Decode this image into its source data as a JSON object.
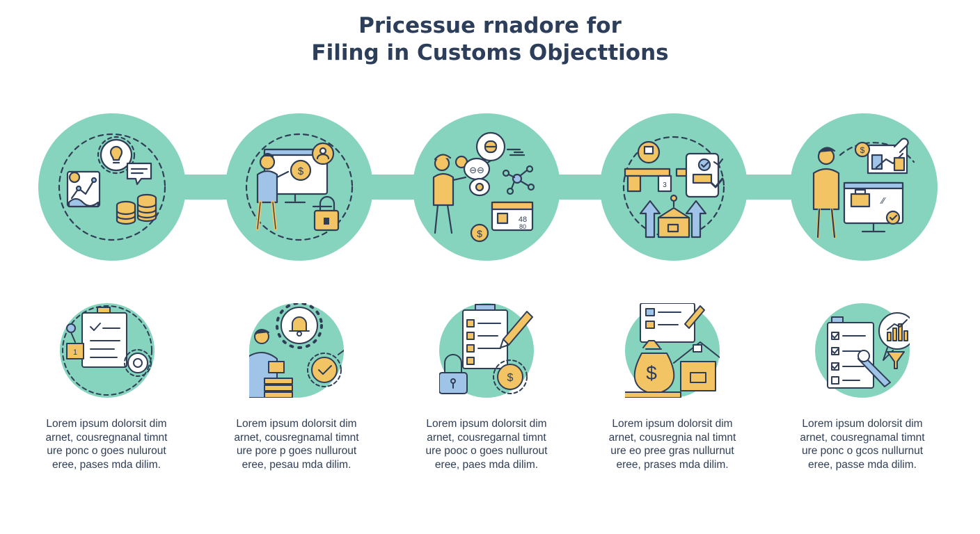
{
  "title": {
    "line1": "Pricessue rnadore for",
    "line2": "Filing in Customs Objecttions"
  },
  "steps": [
    {
      "top_icon": "ideas-data-finance-icon",
      "bottom_icon": "checklist-settings-icon",
      "lines": [
        "Lorem ipsum dolorsit dim",
        "arnet, cousregnanal timnt",
        "ure ponc o goes nulurout",
        "eree, pases mda dilim."
      ]
    },
    {
      "top_icon": "presentation-payment-lock-icon",
      "bottom_icon": "notification-approval-icon",
      "lines": [
        "Lorem ipsum dolorsit dim",
        "arnet, cousregnamal timnt",
        "ure pore p goes nullurout",
        "eree, pesau mda dilim."
      ]
    },
    {
      "top_icon": "communication-network-icon",
      "bottom_icon": "checklist-lock-icon",
      "lines": [
        "Lorem ipsum dolorsit dim",
        "arnet, cousregarnal timnt",
        "ure pooc o goes nullurout",
        "eree, paes mda dilim."
      ]
    },
    {
      "top_icon": "customs-cargo-approval-icon",
      "bottom_icon": "money-bag-house-icon",
      "lines": [
        "Lorem ipsum dolorsit dim",
        "arnet, cousregnia nal timnt",
        "ure eo pree gras nullurnut",
        "eree, prases mda dilim."
      ]
    },
    {
      "top_icon": "analyst-dashboard-icon",
      "bottom_icon": "checklist-analytics-icon",
      "lines": [
        "Lorem ipsum dolorsit dim",
        "arnet, cousregnamal timnt",
        "ure ponc o gcos nullurnut",
        "eree, passe mda dilim."
      ]
    }
  ],
  "colors": {
    "circle": "#86d4bd",
    "outline": "#2f3e56",
    "accent": "#f2c463",
    "blue": "#9fc4e8"
  }
}
